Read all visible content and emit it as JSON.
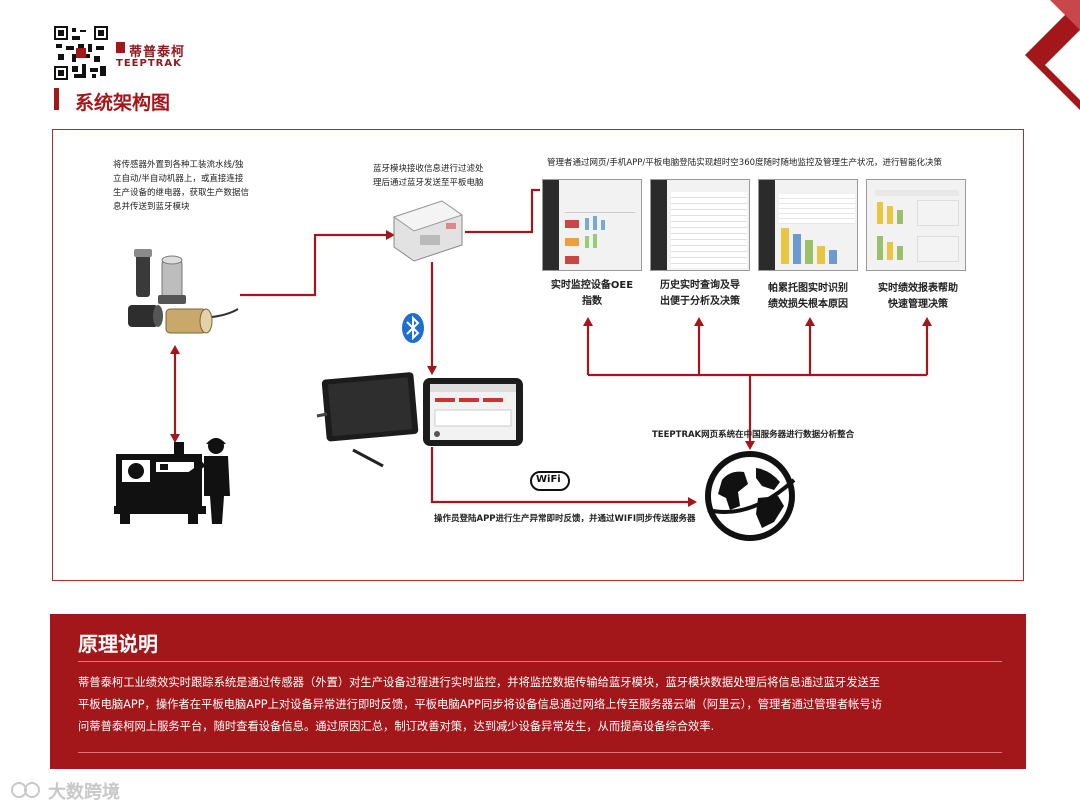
{
  "header": {
    "brand_cn": "蒂普泰柯",
    "brand_en": "TEEPTRAK",
    "section_title": "系统架构图"
  },
  "diagram": {
    "sensor_note": [
      "将传感器外置到各种工装流水线/独",
      "立自动/半自动机器上，或直接连接",
      "生产设备的继电器，获取生产数据信",
      "息并传送到蓝牙模块"
    ],
    "bluetooth_note": [
      "蓝牙模块接收信息进行过滤处",
      "理后通过蓝牙发送至平板电脑"
    ],
    "manager_note": "管理者通过网页/手机APP/平板电脑登陆实现超时空360度随时随地监控及管理生产状况，进行智能化决策",
    "screens": [
      {
        "caption": [
          "实时监控设备OEE",
          "指数"
        ]
      },
      {
        "caption": [
          "历史实时查询及导",
          "出便于分析及决策"
        ]
      },
      {
        "caption": [
          "帕累托图实时识别",
          "绩效损失根本原因"
        ]
      },
      {
        "caption": [
          "实时绩效报表帮助",
          "快速管理决策"
        ]
      }
    ],
    "server_note": "TEEPTRAK网页系统在中国服务器进行数据分析整合",
    "operator_note": "操作员登陆APP进行生产异常即时反馈，并通过WIFI同步传送服务器",
    "wifi_label": "WiFi"
  },
  "principle": {
    "title": "原理说明",
    "lines": [
      "蒂普泰柯工业绩效实时跟踪系统是通过传感器（外置）对生产设备过程进行实时监控，并将监控数据传输给蓝牙模块，蓝牙模块数据处理后将信息通过蓝牙发送至",
      "平板电脑APP，操作者在平板电脑APP上对设备异常进行即时反馈，平板电脑APP同步将设备信息通过网络上传至服务器云端（阿里云），管理者通过管理者帐号访",
      "问蒂普泰柯网上服务平台，随时查看设备信息。通过原因汇总，制订改善对策，达到减少设备异常发生，从而提高设备综合效率."
    ]
  },
  "watermark": "大数跨境",
  "colors": {
    "brand_red": "#a3171b",
    "line_red": "#b52a2e"
  }
}
